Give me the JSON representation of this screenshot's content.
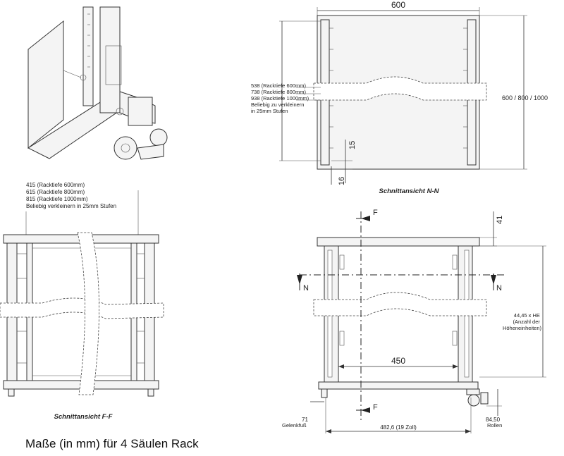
{
  "top_view": {
    "width_label": "600",
    "depth_label": "600 / 800 / 1000",
    "inner_notes": [
      "538 (Racktiefe 600mm)",
      "738 (Racktiefe 800mm)",
      "938 (Racktiefe 1000mm)",
      "Beliebig  zu verkleinern",
      "in 25mm Stufen"
    ],
    "dim_15": "15",
    "dim_16": "16",
    "caption": "Schnittansicht  N-N"
  },
  "side_view": {
    "notes": [
      "415 (Racktiefe 600mm)",
      "615 (Racktiefe 800mm)",
      "815 (Racktiefe 1000mm)",
      "Beliebig verkleinern in 25mm Stufen"
    ],
    "caption": "Schnittansicht  F-F"
  },
  "front_view": {
    "section_f": "F",
    "section_n": "N",
    "dim_41": "41",
    "dim_450": "450",
    "he_note": [
      "44,45 x HE",
      "(Anzahl der",
      "Höheneinheiten)"
    ],
    "dim_71": "71",
    "gelenkfuss": "Gelenkfuß",
    "dim_482": "482,6 (19 Zoll)",
    "dim_8450": "84,50",
    "rollen": "Rollen"
  },
  "footer": "Maße (in mm) für 4 Säulen Rack"
}
